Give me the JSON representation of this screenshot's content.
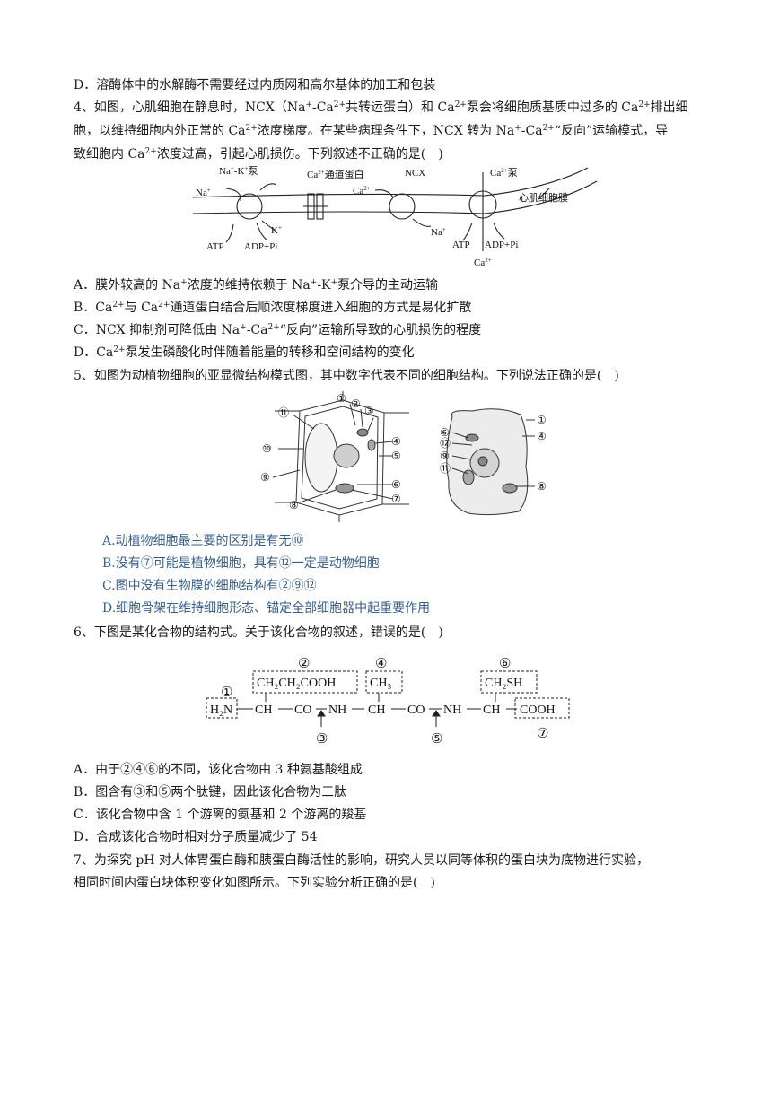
{
  "q3": {
    "option_d": "D．溶酶体中的水解酶不需要经过内质网和高尔基体的加工和包装"
  },
  "q4": {
    "stem_line1_a": "4、如图，心肌细胞在静息时，NCX（Na",
    "stem_line1_b": "-Ca",
    "stem_line1_c": "共转运蛋白）和 Ca",
    "stem_line1_d": "泵会将细胞质基质中过多的 Ca",
    "stem_line1_e": "排出细",
    "stem_line2_a": "胞，以维持细胞内外正常的 Ca",
    "stem_line2_b": "浓度梯度。在某些病理条件下，NCX 转为 Na",
    "stem_line2_c": "-Ca",
    "stem_line2_d": "“反向”运输模式，导",
    "stem_line3_a": "致细胞内 Ca",
    "stem_line3_b": "浓度过高，引起心肌损伤。下列叙述不正确的是(　)",
    "sup_plus": "+",
    "sup_2plus": "2+",
    "diagram": {
      "label_nak_pump": "Na",
      "label_nak_pump_b": "-K",
      "label_nak_pump_c": "泵",
      "label_ca_channel": "Ca",
      "label_ca_channel_b": "通道蛋白",
      "label_ncx": "NCX",
      "label_ca_pump": "Ca",
      "label_ca_pump_b": "泵",
      "label_membrane": "心肌细胞膜",
      "label_na": "Na",
      "label_k": "K",
      "label_ca": "Ca",
      "label_atp": "ATP",
      "label_adp": "ADP+Pi"
    },
    "option_a_1": "A．膜外较高的 Na",
    "option_a_2": "浓度的维持依赖于 Na",
    "option_a_3": "-K",
    "option_a_4": "泵介导的主动运输",
    "option_b_1": "B．Ca",
    "option_b_2": "与 Ca",
    "option_b_3": "通道蛋白结合后顺浓度梯度进入细胞的方式是易化扩散",
    "option_c_1": "C．NCX 抑制剂可降低由 Na",
    "option_c_2": "-Ca",
    "option_c_3": "“反向”运输所导致的心肌损伤的程度",
    "option_d_1": "D．Ca",
    "option_d_2": "泵发生磷酸化时伴随着能量的转移和空间结构的变化"
  },
  "q5": {
    "stem": "5、如图为动植物细胞的亚显微结构模式图，其中数字代表不同的细胞结构。下列说法正确的是(　)",
    "plant_labels": [
      "①",
      "②",
      "③",
      "④",
      "⑤",
      "⑥",
      "⑦",
      "⑧",
      "⑨",
      "⑩",
      "⑪"
    ],
    "animal_labels": [
      "①",
      "④",
      "⑥",
      "⑫",
      "⑨",
      "⑪",
      "⑧"
    ],
    "option_a": "A.动植物细胞最主要的区别是有无⑩",
    "option_b": "B.没有⑦可能是植物细胞，具有⑫一定是动物细胞",
    "option_c": "C.图中没有生物膜的细胞结构有②⑨⑫",
    "option_d": "D.细胞骨架在维持细胞形态、锚定全部细胞器中起重要作用"
  },
  "q6": {
    "stem": "6、下图是某化合物的结构式。关于该化合物的叙述，错误的是(　)",
    "structure": {
      "n1": "①",
      "n2": "②",
      "n3": "③",
      "n4": "④",
      "n5": "⑤",
      "n6": "⑥",
      "n7": "⑦",
      "amino": "H₂N",
      "r1": "CH₂CH₂COOH",
      "r2": "CH₃",
      "r3": "CH₂SH",
      "carboxyl": "COOH",
      "ch": "CH",
      "co": "CO",
      "nh": "NH"
    },
    "option_a": "A．由于②④⑥的不同，该化合物由 3 种氨基酸组成",
    "option_b": "B．图含有③和⑤两个肽键，因此该化合物为三肽",
    "option_c": "C．该化合物中含 1 个游离的氨基和 2 个游离的羧基",
    "option_d": "D．合成该化合物时相对分子质量减少了 54"
  },
  "q7": {
    "stem_line1": "7、为探究 pH 对人体胃蛋白酶和胰蛋白酶活性的影响，研究人员以同等体积的蛋白块为底物进行实验，",
    "stem_line2": "相同时间内蛋白块体积变化如图所示。下列实验分析正确的是(　)"
  }
}
